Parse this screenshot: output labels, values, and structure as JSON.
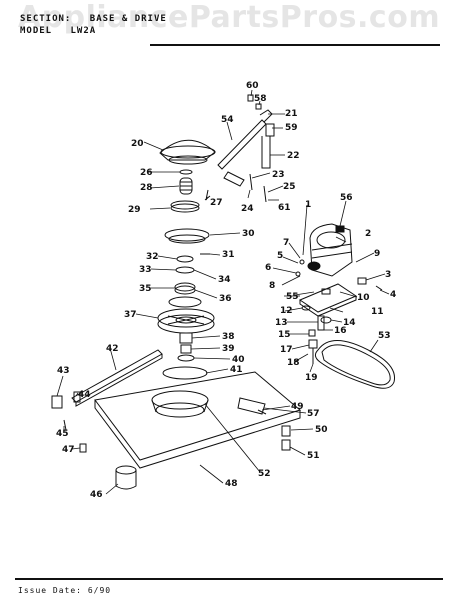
{
  "header": {
    "section_label": "SECTION:",
    "section_value": "BASE & DRIVE",
    "model_label": "MODEL",
    "model_value": "LW2A"
  },
  "watermark": "AppliancePartsPros.com",
  "footer": {
    "issue_label": "Issue Date:",
    "issue_value": "6/90"
  },
  "parts": [
    "1",
    "2",
    "3",
    "4",
    "5",
    "6",
    "7",
    "8",
    "9",
    "10",
    "11",
    "12",
    "13",
    "14",
    "15",
    "16",
    "17",
    "18",
    "19",
    "20",
    "21",
    "22",
    "23",
    "24",
    "25",
    "26",
    "27",
    "28",
    "29",
    "30",
    "31",
    "32",
    "33",
    "34",
    "35",
    "36",
    "37",
    "38",
    "39",
    "40",
    "41",
    "42",
    "43",
    "44",
    "45",
    "46",
    "47",
    "48",
    "49",
    "50",
    "51",
    "52",
    "53",
    "54",
    "55",
    "56",
    "57",
    "58",
    "59",
    "60",
    "61"
  ]
}
